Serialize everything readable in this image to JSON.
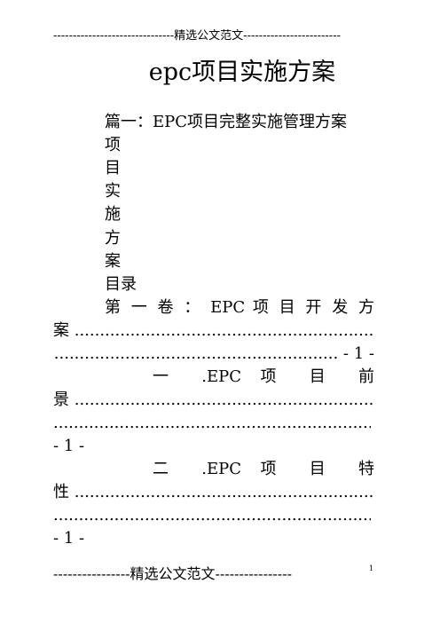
{
  "header": {
    "text": "-------------------------------精选公文范文-------------------------"
  },
  "title": "epc项目实施方案",
  "lines": {
    "l1": "篇一：EPC项目完整实施管理方案",
    "l2": "项",
    "l3": "目",
    "l4": "实",
    "l5": "施",
    "l6": "方",
    "l7": "案",
    "l8": "目录",
    "l9": "第 一 卷 ： EPC 项 目 开 发 方",
    "l10": "案 ...............................................................",
    "l11": "........................................................ - 1 -",
    "l12": "一 .EPC 项 目 前",
    "l13": "景 ...............................................................",
    "l14": "......................................................................",
    "l15": "- 1 -",
    "l16": "二 .EPC 项 目 特",
    "l17": "性 ...............................................................",
    "l18": "......................................................................",
    "l19": "- 1 -"
  },
  "footer": {
    "text": "----------------精选公文范文----------------",
    "page": "1"
  }
}
